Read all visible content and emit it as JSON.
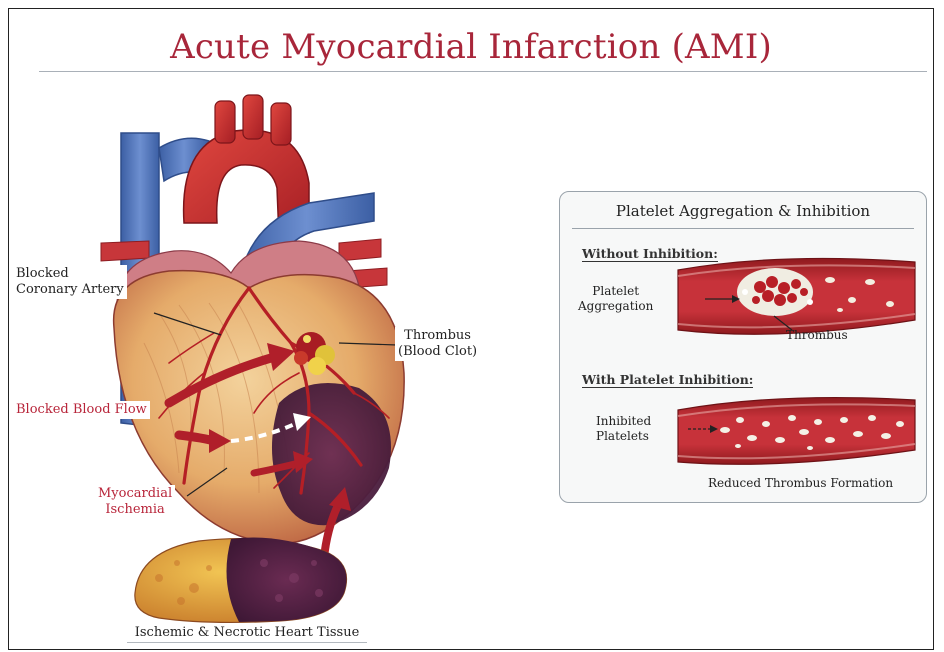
{
  "title": "Acute Myocardial Infarction (AMI)",
  "heart_labels": {
    "blocked_artery": "Blocked\nCoronary Artery",
    "thrombus": "Thrombus\n(Blood Clot)",
    "blocked_flow": "Blocked Blood Flow",
    "ischemia": "Myocardial\nIschemia",
    "tissue_caption": "Ischemic & Necrotic Heart Tissue"
  },
  "panel": {
    "title": "Platelet Aggregation & Inhibition",
    "without_heading": "Without Inhibition:",
    "aggregation_label": "Platelet\nAggregation",
    "thrombus_label": "Thrombus",
    "with_heading": "With Platelet Inhibition:",
    "inhibited_label": "Inhibited\nPlatelets",
    "reduced_label": "Reduced Thrombus Formation"
  },
  "colors": {
    "title_red": "#a8263a",
    "label_red": "#b8253a",
    "artery_red": "#c0272d",
    "vein_blue": "#4a6fb0",
    "muscle_tan": "#e2b57a",
    "necrotic_purple": "#5b2a4a",
    "clot_yellow": "#f0d24a"
  }
}
